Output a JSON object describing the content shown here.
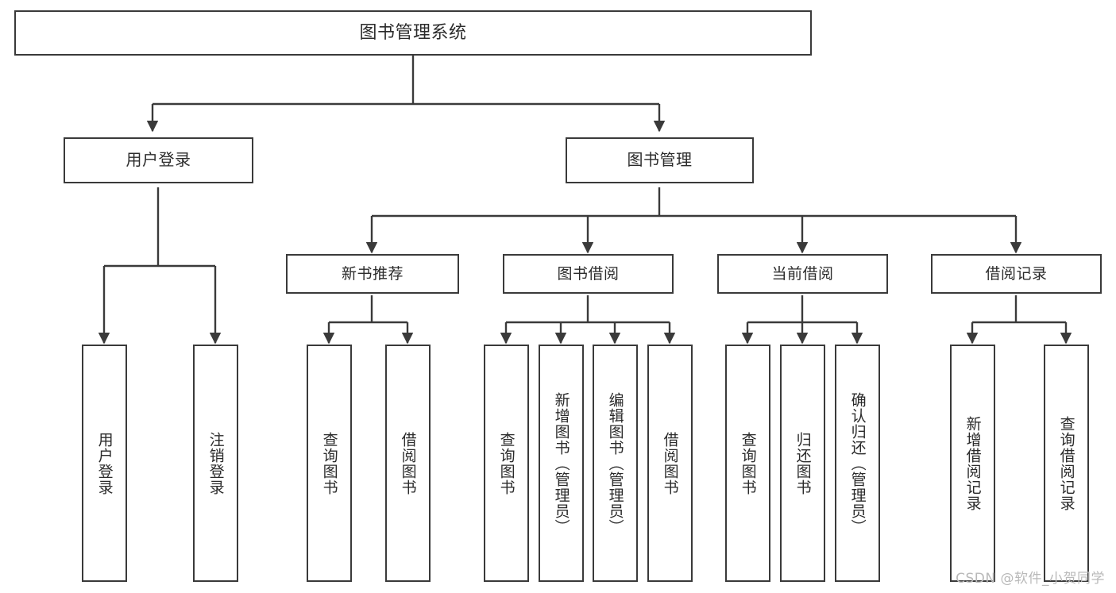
{
  "diagram": {
    "type": "tree-hierarchy",
    "title": "图书管理系统",
    "root": {
      "label": "图书管理系统"
    },
    "level1": [
      {
        "label": "用户登录"
      },
      {
        "label": "图书管理"
      }
    ],
    "level2": [
      {
        "label": "新书推荐"
      },
      {
        "label": "图书借阅"
      },
      {
        "label": "当前借阅"
      },
      {
        "label": "借阅记录"
      }
    ],
    "leaves": {
      "user_login": [
        {
          "label": "用户登录"
        },
        {
          "label": "注销登录"
        }
      ],
      "new_book_recommend": [
        {
          "label": "查询图书"
        },
        {
          "label": "借阅图书"
        }
      ],
      "book_borrow": [
        {
          "label": "查询图书"
        },
        {
          "label": "新增图书（管理员）"
        },
        {
          "label": "编辑图书（管理员）"
        },
        {
          "label": "借阅图书"
        }
      ],
      "current_borrow": [
        {
          "label": "查询图书"
        },
        {
          "label": "归还图书"
        },
        {
          "label": "确认归还（管理员）"
        }
      ],
      "borrow_records": [
        {
          "label": "新增借阅记录"
        },
        {
          "label": "查询借阅记录"
        }
      ]
    }
  },
  "watermark": {
    "text": "CSDN @软件_小贺同学"
  },
  "colors": {
    "box_border": "#3a3a3a",
    "box_fill": "#ffffff",
    "edge": "#3a3a3a",
    "text": "#2b2b2b",
    "watermark": "#b9b9b9",
    "background": "#ffffff"
  }
}
